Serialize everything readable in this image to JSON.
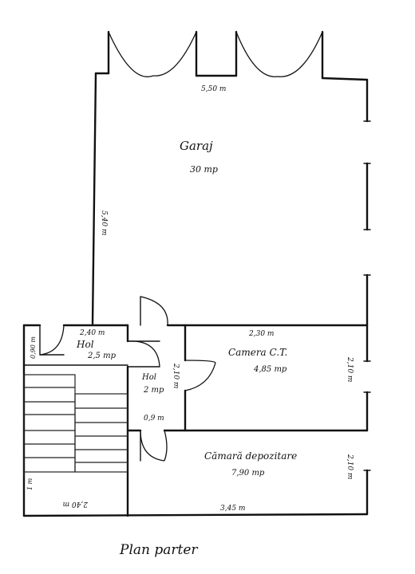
{
  "plan": {
    "caption": "Plan parter",
    "rooms": {
      "garage": {
        "name": "Garaj",
        "area": "30 mp"
      },
      "hall1": {
        "name": "Hol",
        "area": "2,5 mp"
      },
      "hall2": {
        "name": "Hol",
        "area": "2 mp"
      },
      "boiler": {
        "name": "Camera C.T.",
        "area": "4,85 mp"
      },
      "storage": {
        "name": "Cămară depozitare",
        "area": "7,90 mp"
      }
    },
    "dimensions": {
      "garage_width": "5,50 m",
      "garage_depth": "5,40 m",
      "hall1_width": "2,40 m",
      "hall1_depth": "0,90 m",
      "boiler_width": "2,30 m",
      "boiler_depth": "2,10 m",
      "hall2_depth": "2,10 m",
      "hall2_width": "0,9 m",
      "storage_depth": "2,10 m",
      "storage_width": "3,45 m",
      "stair_width": "2,40 m",
      "stair_depth": "1 m"
    }
  }
}
